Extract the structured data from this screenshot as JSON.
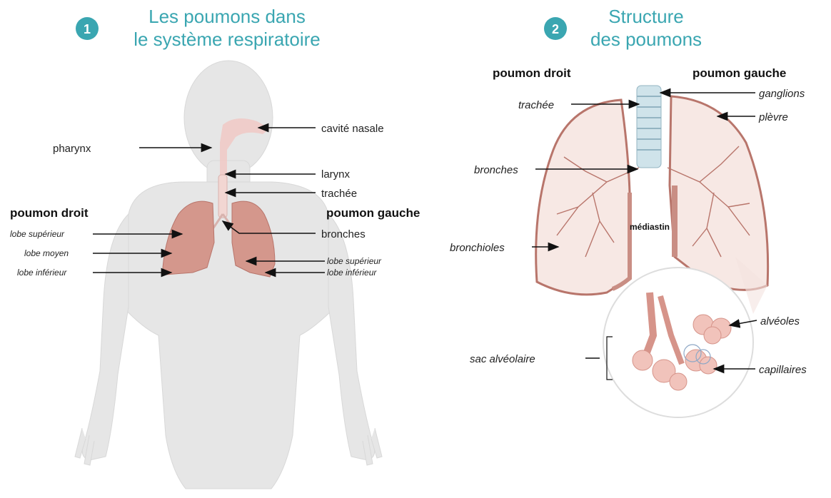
{
  "panel1": {
    "badge": "1",
    "title_line1": "Les poumons dans",
    "title_line2": "le système respiratoire",
    "labels": {
      "pharynx": "pharynx",
      "cavite_nasale": "cavité nasale",
      "larynx": "larynx",
      "trachee": "trachée",
      "poumon_droit": "poumon droit",
      "poumon_gauche": "poumon gauche",
      "bronches": "bronches",
      "lobe_superieur_r": "lobe supérieur",
      "lobe_moyen": "lobe moyen",
      "lobe_inferieur_r": "lobe inférieur",
      "lobe_superieur_l": "lobe supérieur",
      "lobe_inferieur_l": "lobe inférieur"
    }
  },
  "panel2": {
    "badge": "2",
    "title_line1": "Structure",
    "title_line2": "des poumons",
    "labels": {
      "poumon_droit": "poumon droit",
      "poumon_gauche": "poumon gauche",
      "trachee": "trachée",
      "ganglions": "ganglions",
      "plevre": "plèvre",
      "bronches": "bronches",
      "mediastin": "médiastin",
      "bronchioles": "bronchioles",
      "alveoles": "alvéoles",
      "sac_alveolaire": "sac alvéolaire",
      "capillaires": "capillaires"
    }
  },
  "colors": {
    "title": "#3aa6b1",
    "badge": "#3aa6b1",
    "body": "#e4e4e4",
    "lung": "#d08a7e",
    "lung_fill": "#f7e8e4"
  }
}
